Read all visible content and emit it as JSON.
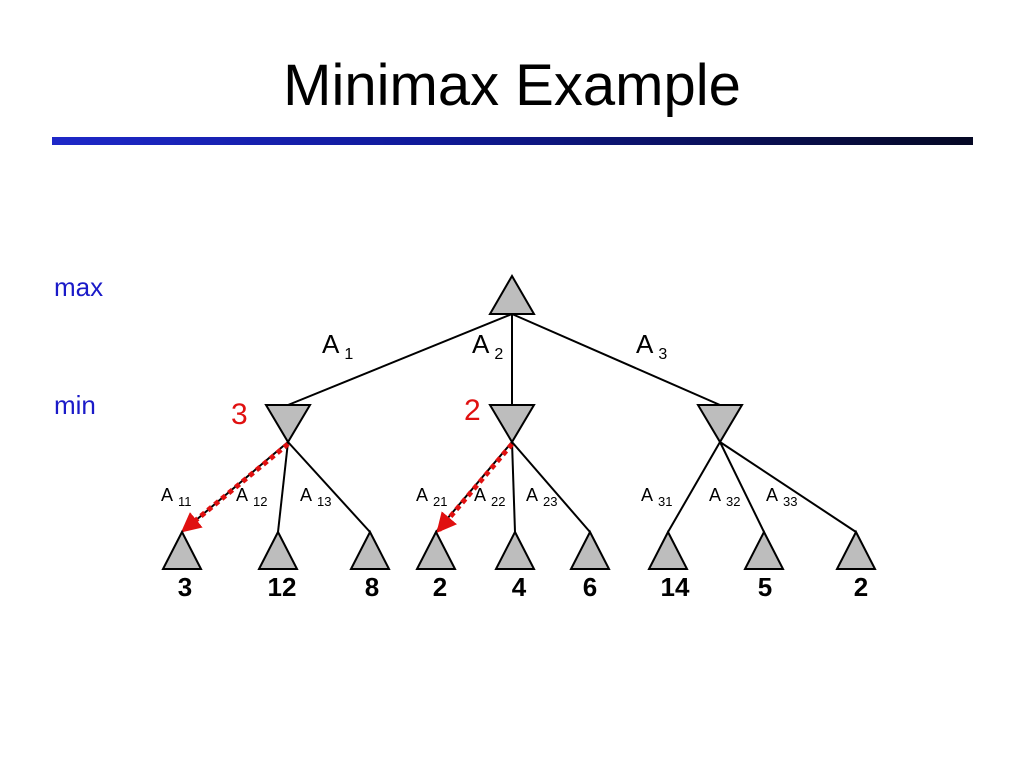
{
  "title": "Minimax Example",
  "level_labels": {
    "max": "max",
    "min": "min"
  },
  "root_actions": [
    {
      "label": "A",
      "sub": "1"
    },
    {
      "label": "A",
      "sub": "2"
    },
    {
      "label": "A",
      "sub": "3"
    }
  ],
  "min_values": [
    "3",
    "2"
  ],
  "leaf_actions": [
    {
      "label": "A",
      "sub": "11"
    },
    {
      "label": "A",
      "sub": "12"
    },
    {
      "label": "A",
      "sub": "13"
    },
    {
      "label": "A",
      "sub": "21"
    },
    {
      "label": "A",
      "sub": "22"
    },
    {
      "label": "A",
      "sub": "23"
    },
    {
      "label": "A",
      "sub": "31"
    },
    {
      "label": "A",
      "sub": "32"
    },
    {
      "label": "A",
      "sub": "33"
    }
  ],
  "leaf_values": [
    "3",
    "12",
    "8",
    "2",
    "4",
    "6",
    "14",
    "5",
    "2"
  ],
  "colors": {
    "node_fill": "#bdbdbd",
    "level_label": "#1a1ac8",
    "highlight": "#e01010"
  }
}
